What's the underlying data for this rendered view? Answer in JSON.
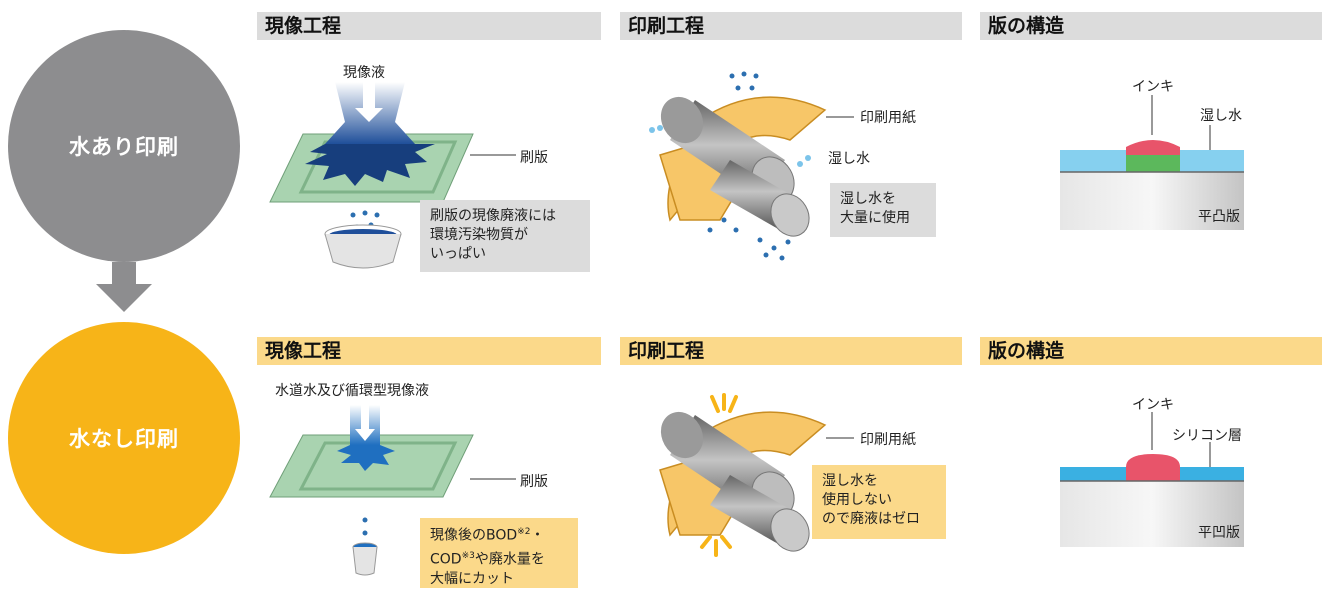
{
  "rows": [
    {
      "label": "水あり印刷",
      "color": "#8d8d8f",
      "develop": {
        "header": "現像工程",
        "liquid_label": "現像液",
        "plate_label": "刷版",
        "callout": [
          "刷版の現像廃液には",
          "環境汚染物質が",
          "いっぱい"
        ]
      },
      "print": {
        "header": "印刷工程",
        "paper_label": "印刷用紙",
        "water_label": "湿し水",
        "callout": [
          "湿し水を",
          "大量に使用"
        ]
      },
      "structure": {
        "header": "版の構造",
        "ink_label": "インキ",
        "layer_label": "湿し水",
        "plate_type": "平凸版"
      }
    },
    {
      "label": "水なし印刷",
      "color": "#f7b418",
      "develop": {
        "header": "現像工程",
        "liquid_label": "水道水及び循環型現像液",
        "plate_label": "刷版",
        "callout_line1": "現像後のBOD",
        "callout_sup1": "※2",
        "callout_sep": "・",
        "callout_line2a": "COD",
        "callout_sup2": "※3",
        "callout_line2b": "や廃水量を",
        "callout_line3": "大幅にカット"
      },
      "print": {
        "header": "印刷工程",
        "paper_label": "印刷用紙",
        "callout": [
          "湿し水を",
          "使用しない",
          "ので廃液はゼロ"
        ]
      },
      "structure": {
        "header": "版の構造",
        "ink_label": "インキ",
        "layer_label": "シリコン層",
        "plate_type": "平凹版"
      }
    }
  ],
  "arrow_color": "#8d8d8f",
  "colors": {
    "water_drop": "#2c6fb0",
    "light_water": "#7cc4ea",
    "ink": "#e8546a",
    "green": "#5cb85c",
    "silicone": "#3ab0e2",
    "plate_green": "#a9d3b0",
    "paper": "#f7c668"
  }
}
